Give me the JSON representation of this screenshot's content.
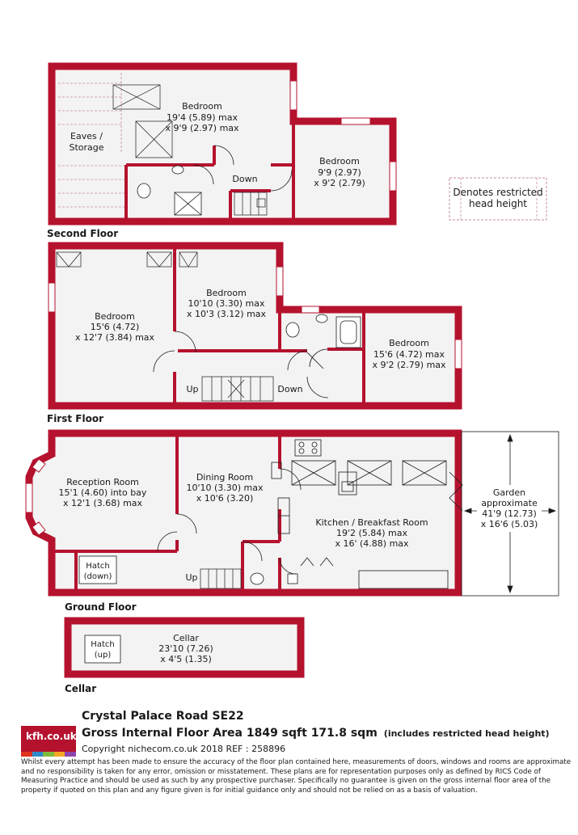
{
  "floors": {
    "second": {
      "label": "Second Floor",
      "eaves": {
        "line1": "Eaves /",
        "line2": "Storage"
      },
      "bedroom_a": {
        "name": "Bedroom",
        "dim1": "19'4 (5.89) max",
        "dim2": "x 9'9 (2.97) max"
      },
      "bedroom_b": {
        "name": "Bedroom",
        "dim1": "9'9 (2.97)",
        "dim2": "x 9'2 (2.79)"
      },
      "stairs": "Down"
    },
    "first": {
      "label": "First Floor",
      "bedroom_a": {
        "name": "Bedroom",
        "dim1": "15'6 (4.72)",
        "dim2": "x 12'7 (3.84) max"
      },
      "bedroom_b": {
        "name": "Bedroom",
        "dim1": "10'10 (3.30) max",
        "dim2": "x 10'3 (3.12) max"
      },
      "bedroom_c": {
        "name": "Bedroom",
        "dim1": "15'6 (4.72) max",
        "dim2": "x 9'2 (2.79) max"
      },
      "stairs_up": "Up",
      "stairs_down": "Down"
    },
    "ground": {
      "label": "Ground Floor",
      "reception": {
        "name": "Reception Room",
        "dim1": "15'1 (4.60) into bay",
        "dim2": "x 12'1 (3.68) max"
      },
      "dining": {
        "name": "Dining Room",
        "dim1": "10'10 (3.30) max",
        "dim2": "x 10'6 (3.20)"
      },
      "kitchen": {
        "name": "Kitchen / Breakfast Room",
        "dim1": "19'2 (5.84) max",
        "dim2": "x 16' (4.88) max"
      },
      "garden": {
        "name": "Garden",
        "line2": "approximate",
        "dim1": "41'9 (12.73)",
        "dim2": "x 16'6 (5.03)"
      },
      "hatch": {
        "line1": "Hatch",
        "line2": "(down)"
      },
      "stairs_up": "Up"
    },
    "cellar": {
      "label": "Cellar",
      "room": {
        "name": "Cellar",
        "dim1": "23'10 (7.26)",
        "dim2": "x 4'5 (1.35)"
      },
      "hatch": {
        "line1": "Hatch",
        "line2": "(up)"
      }
    }
  },
  "legend": {
    "line1": "Denotes restricted",
    "line2": "head height"
  },
  "footer": {
    "logo": "kfh.co.uk",
    "address": "Crystal Palace Road  SE22",
    "area": "Gross Internal Floor Area 1849 sqft 171.8 sqm",
    "area_note": "(includes restricted head height)",
    "copyright": "Copyright nichecom.co.uk 2018 REF : 258896",
    "disclaimer": "Whilst every attempt has been made to ensure the accuracy of the floor plan contained here, measurements of doors, windows and rooms are approximate and no responsibility is taken for any error, omission or misstatement.  These plans are for representation purposes only as defined by RICS Code of Measuring Practice and should be used as such by any prospective purchaser.  Specifically no guarantee is given on the gross internal floor area of the property if quoted on this plan and any figure given is for initial guidance only and should not be relied on as a basis of valuation."
  },
  "colors": {
    "wall": "#b5122e",
    "floor": "#f3f3f3",
    "fixture": "#b5122e",
    "logo_bars": [
      "#e0301e",
      "#2d8ac9",
      "#7fba3b",
      "#f5a623",
      "#8e44ad"
    ]
  }
}
